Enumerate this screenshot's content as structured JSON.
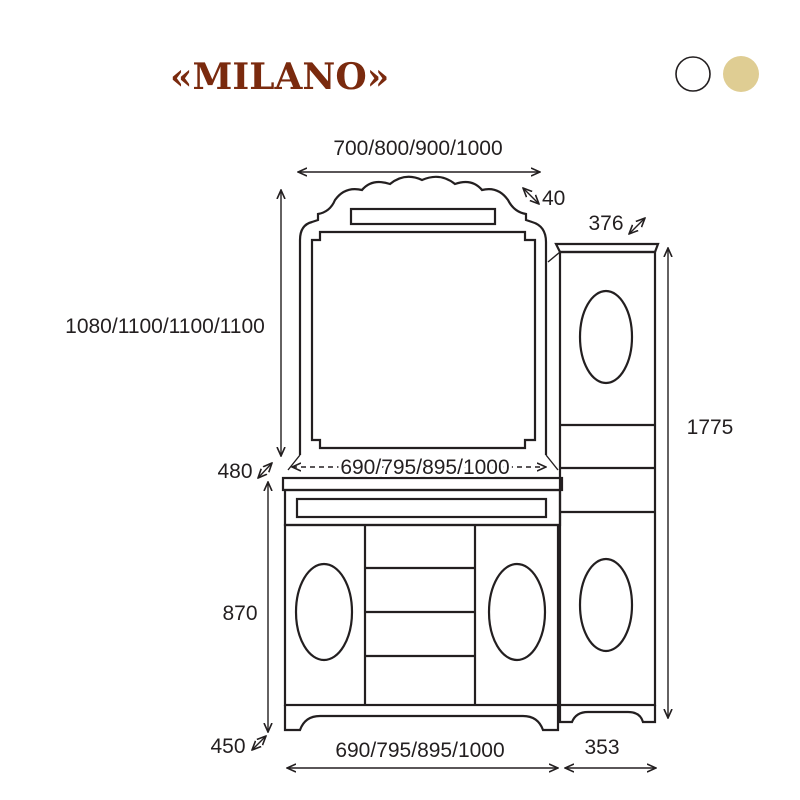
{
  "title": "«MILANO»",
  "colors": {
    "title": "#7a2a0e",
    "swatch_white": "#ffffff",
    "swatch_beige": "#dfcd93",
    "line": "#231f20"
  },
  "color_options": [
    "white",
    "beige"
  ],
  "dimensions": {
    "mirror_width": "700/800/900/1000",
    "mirror_depth": "40",
    "mirror_height": "1080/1100/1100/1100",
    "countertop_width": "690/795/895/1000",
    "countertop_depth": "480",
    "cabinet_height": "870",
    "cabinet_depth": "450",
    "cabinet_width": "690/795/895/1000",
    "column_top_depth": "376",
    "column_height": "1775",
    "column_width": "353"
  }
}
